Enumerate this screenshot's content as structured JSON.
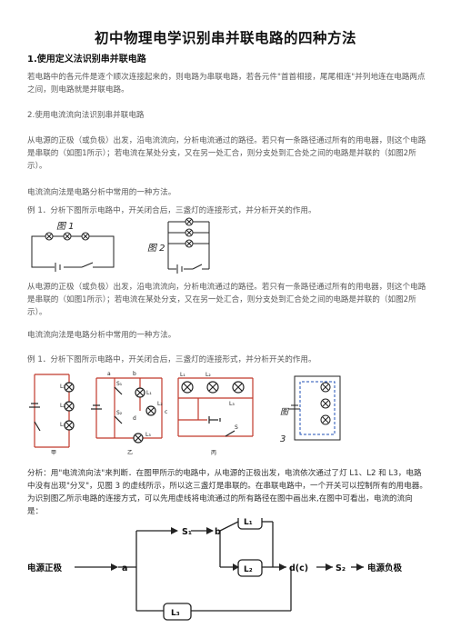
{
  "title": "初中物理电学识别串并联电路的四种方法",
  "section1": {
    "heading": "1.使用定义法识别串并联电路",
    "text": "若电路中的各元件是逐个顺次连接起来的，则电路为串联电路，若各元件\"首首相接，尾尾相连\"并列地连在电路两点之间，则电路就是并联电路。"
  },
  "section2": {
    "heading": "2.使用电流流向法识别串并联电路",
    "para1": "从电源的正极（或负极）出发，沿电流流向，分析电流通过的路径。若只有一条路径通过所有的用电器，则这个电路是串联的（如图1所示）；若电流在某处分支，又在另一处汇合，则分支处到汇合处之间的电路是并联的（如图2所示）。",
    "para2": "电流流向法是电路分析中常用的一种方法。",
    "example1": "例 1．分析下图所示电路中，开关闭合后，三盏灯的连接形式，并分析开关的作用。",
    "fig1_label": "图 1",
    "fig2_label": "图 2",
    "para3": "从电源的正极（或负极）出发，沿电流流向，分析电流通过的路径。若只有一条路径通过所有的用电器，则这个电路是串联的（如图1所示）；若电流在某处分支，又在另一处汇合，则分支处到汇合处之间的电路是并联的（如图2所示）。",
    "para4": "电流流向法是电路分析中常用的一种方法。",
    "example2": "例 1．分析下图所示电路中，开关闭合后，三盏灯的连接形式，并分析开关的作用。"
  },
  "circuits": {
    "jia": "甲",
    "yi": "乙",
    "bing": "丙",
    "fig3_label": "图",
    "fig3_num": "3",
    "L1": "L₁",
    "L2": "L₂",
    "L3": "L₃",
    "S": "S",
    "S1": "S₁",
    "S2": "S₂",
    "a": "a",
    "b": "b",
    "c": "c",
    "d": "d"
  },
  "analysis": "分析：用\"电流流向法\"来判断．在图甲所示的电路中，从电源的正极出发，电流依次通过了灯 L1、L2 和 L3，电路中没有出现\"分叉\"，见图 3 的虚线所示，所以这三盏灯是串联的。在串联电路中，一个开关可以控制所有的用电器。为识别图乙所示电路的连接方式，可以先用虚线将电流通过的所有路径在图中画出来,在图中可看出，电流的流向是：",
  "flow": {
    "positive": "电源正极",
    "a": "a",
    "S1": "S₁",
    "b": "b",
    "L1": "L₁",
    "L2": "L₂",
    "L3": "L₃",
    "dc": "d(c)",
    "S2": "S₂",
    "negative": "电源负极"
  },
  "colors": {
    "circuit_red": "#c0392b",
    "dashed_blue": "#1f4fb5",
    "text_gray": "#5a5a5a"
  }
}
